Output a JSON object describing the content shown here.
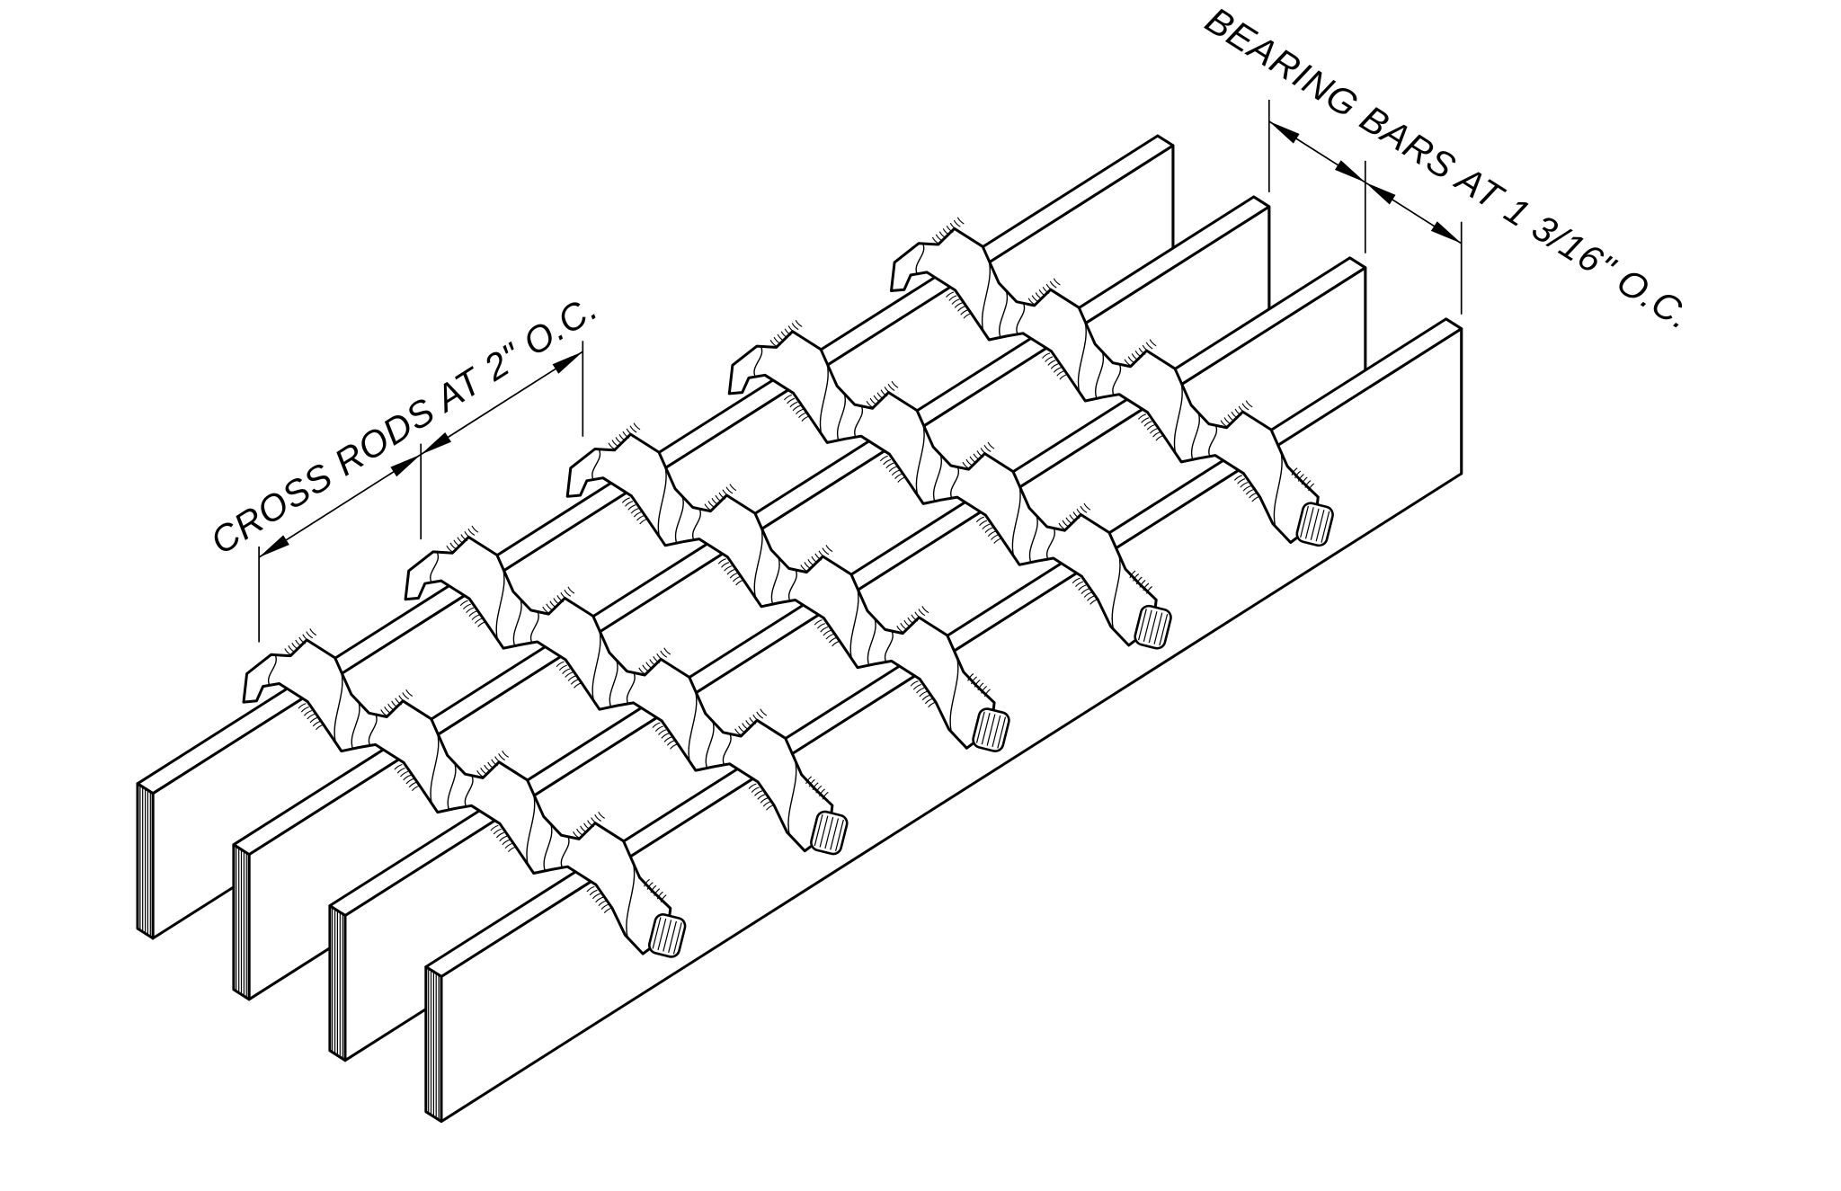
{
  "canvas": {
    "background": "#ffffff",
    "line_color": "#000000"
  },
  "diagram": {
    "type": "isometric-bar-grating-detail",
    "bearing_bars": {
      "count": 4,
      "spacing_inches": 1.1875
    },
    "cross_rods": {
      "count": 5,
      "spacing_inches": 2
    }
  },
  "annotations": {
    "cross_rods": {
      "label": "CROSS RODS AT 2\" O.C."
    },
    "bearing_bars": {
      "label": "BEARING BARS AT 1 3/16\" O.C."
    }
  }
}
